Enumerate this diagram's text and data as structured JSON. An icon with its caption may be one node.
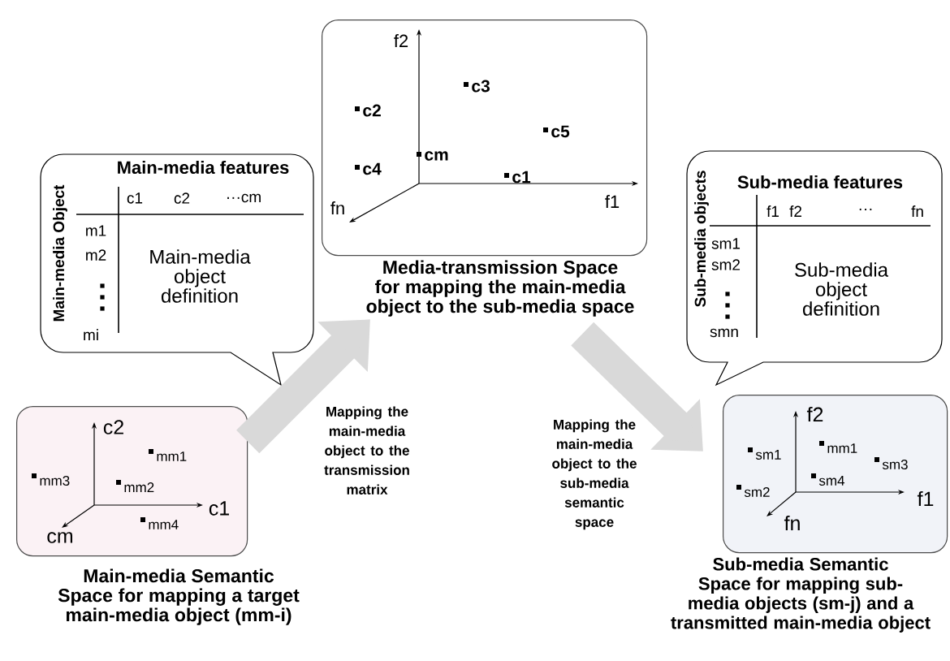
{
  "diagram": {
    "nodes": [
      {
        "text": [
          "Main-media Semantic Space for mapping a target main-media object (mm-i)"
        ]
      },
      {
        "text": [
          "Media-transmission Space for mapping the main-media object to the sub-media space"
        ]
      },
      {
        "text": [
          "Sub-media Semantic Space for mapping sub-media objects (sm-j) and a transmitted main-media object"
        ]
      },
      {
        "text": [
          "Main-media features",
          "Main-media Object",
          "Main-media object definition"
        ]
      },
      {
        "text": [
          "Sub-media features",
          "Sub-media objects",
          "Sub-media object definition"
        ]
      }
    ],
    "edges": [
      {
        "from": 0,
        "to": 1,
        "arrow": "to",
        "label": "Mapping the main-media object to the transmission matrix"
      },
      {
        "from": 1,
        "to": 2,
        "arrow": "to",
        "label": "Mapping the main-media object to the sub-media semantic space"
      }
    ],
    "labels": [
      "c1",
      "c2",
      "···cm",
      "m1",
      "m2",
      "mi",
      "f2",
      "c3",
      "c2",
      "c5",
      "cm",
      "c4",
      "c1",
      "f1",
      "fn",
      "f1",
      "f2",
      "···",
      "fn",
      "sm1",
      "sm2",
      "smn",
      "c2",
      "mm1",
      "mm3",
      "mm2",
      "c1",
      "cm",
      "mm4",
      "f2",
      "sm1",
      "mm1",
      "sm3",
      "sm4",
      "sm2",
      "f1",
      "fn"
    ]
  }
}
